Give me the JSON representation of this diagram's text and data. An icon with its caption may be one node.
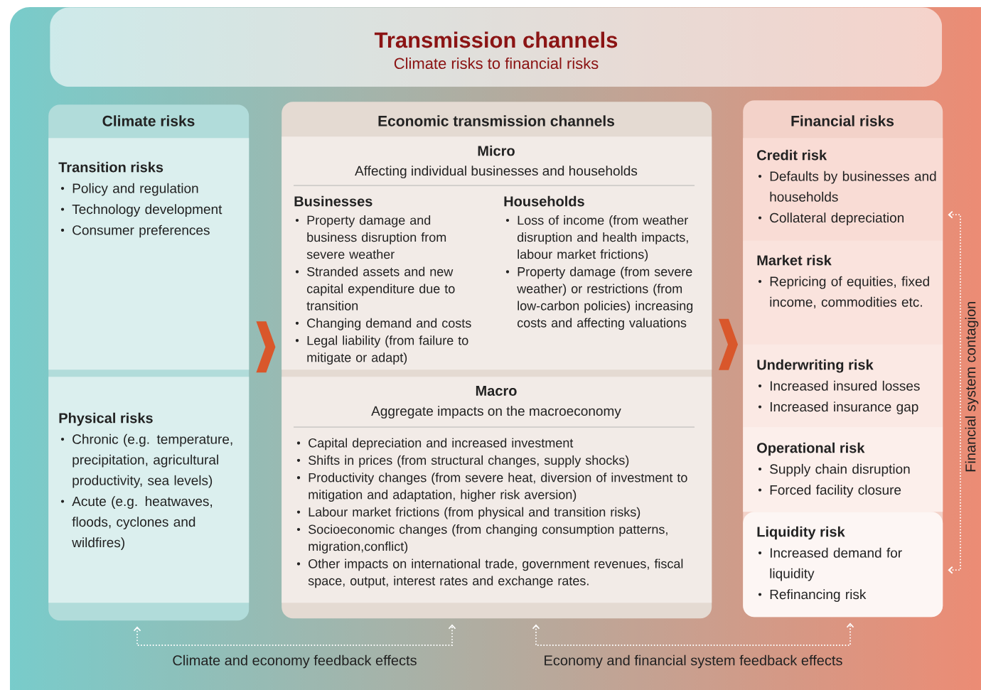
{
  "diagram": {
    "nodes": [
      {
        "text": [
          "Transmission channels",
          "Climate risks to financial risks"
        ]
      },
      {
        "text": [
          "Climate risks"
        ]
      },
      {
        "text": [
          "Transition risks",
          "Policy and regulation",
          "Technology development",
          "Consumer preferences"
        ],
        "in": 1
      },
      {
        "text": [
          "Physical risks",
          "Chronic (e.g. temperature, precipitation, agricultural productivity, sea levels)",
          "Acute (e.g. heatwaves, floods, cyclones and wildfires)"
        ],
        "in": 1
      },
      {
        "text": [
          "Economic transmission channels"
        ]
      },
      {
        "text": [
          "Micro",
          "Affecting individual businesses and households",
          "Businesses",
          "Property damage and business disruption from severe weather",
          "Stranded assets and new capital expenditure due to transition",
          "Changing demand and costs",
          "Legal liability (from failure to mitigate or adapt)",
          "Households",
          "Loss of income (from weather disruption and health impacts, labour market frictions)",
          "Property damage (from severe weather) or restrictions (from low-carbon policies) increasing costs and affecting valuations"
        ],
        "in": 4
      },
      {
        "text": [
          "Macro",
          "Aggregate impacts on the macroeconomy",
          "Capital depreciation and increased investment",
          "Shifts in prices (from structural changes, supply shocks)",
          "Productivity changes (from severe heat, diversion of investment to mitigation and adaptation, higher risk aversion)",
          "Labour market frictions (from physical and transition risks)",
          "Socioeconomic changes (from changing consumption patterns, migration,conflict)",
          "Other impacts on international trade, government revenues, fiscal space, output, interest rates and exchange rates."
        ],
        "in": 4
      },
      {
        "text": [
          "Financial risks"
        ]
      },
      {
        "text": [
          "Credit risk",
          "Defaults by businesses and households",
          "Collateral depreciation"
        ],
        "in": 7
      },
      {
        "text": [
          "Market risk",
          "Repricing of equities, fixed income, commodities etc."
        ],
        "in": 7
      },
      {
        "text": [
          "Underwriting risk",
          "Increased insured losses",
          "Increased insurance gap"
        ],
        "in": 7
      },
      {
        "text": [
          "Operational risk",
          "Supply chain disruption",
          "Forced facility closure"
        ],
        "in": 7
      },
      {
        "text": [
          "Liquidity risk",
          "Increased demand for liquidity",
          "Refinancing risk"
        ],
        "in": 7
      }
    ],
    "edges": [
      {
        "from": 1,
        "to": 4,
        "arrow": "to",
        "color": "#d9572b"
      },
      {
        "from": 4,
        "to": 7,
        "arrow": "to",
        "color": "#d9572b"
      },
      {
        "from": 8,
        "to": 12,
        "arrow": "both",
        "style": "dashed",
        "label": "Financial system contagion"
      },
      {
        "from": 1,
        "to": 4,
        "arrow": "both",
        "style": "dashed",
        "label": "Climate and economy feedback effects"
      },
      {
        "from": 4,
        "to": 7,
        "arrow": "both",
        "style": "dashed",
        "label": "Economy and financial system feedback effects"
      }
    ]
  }
}
